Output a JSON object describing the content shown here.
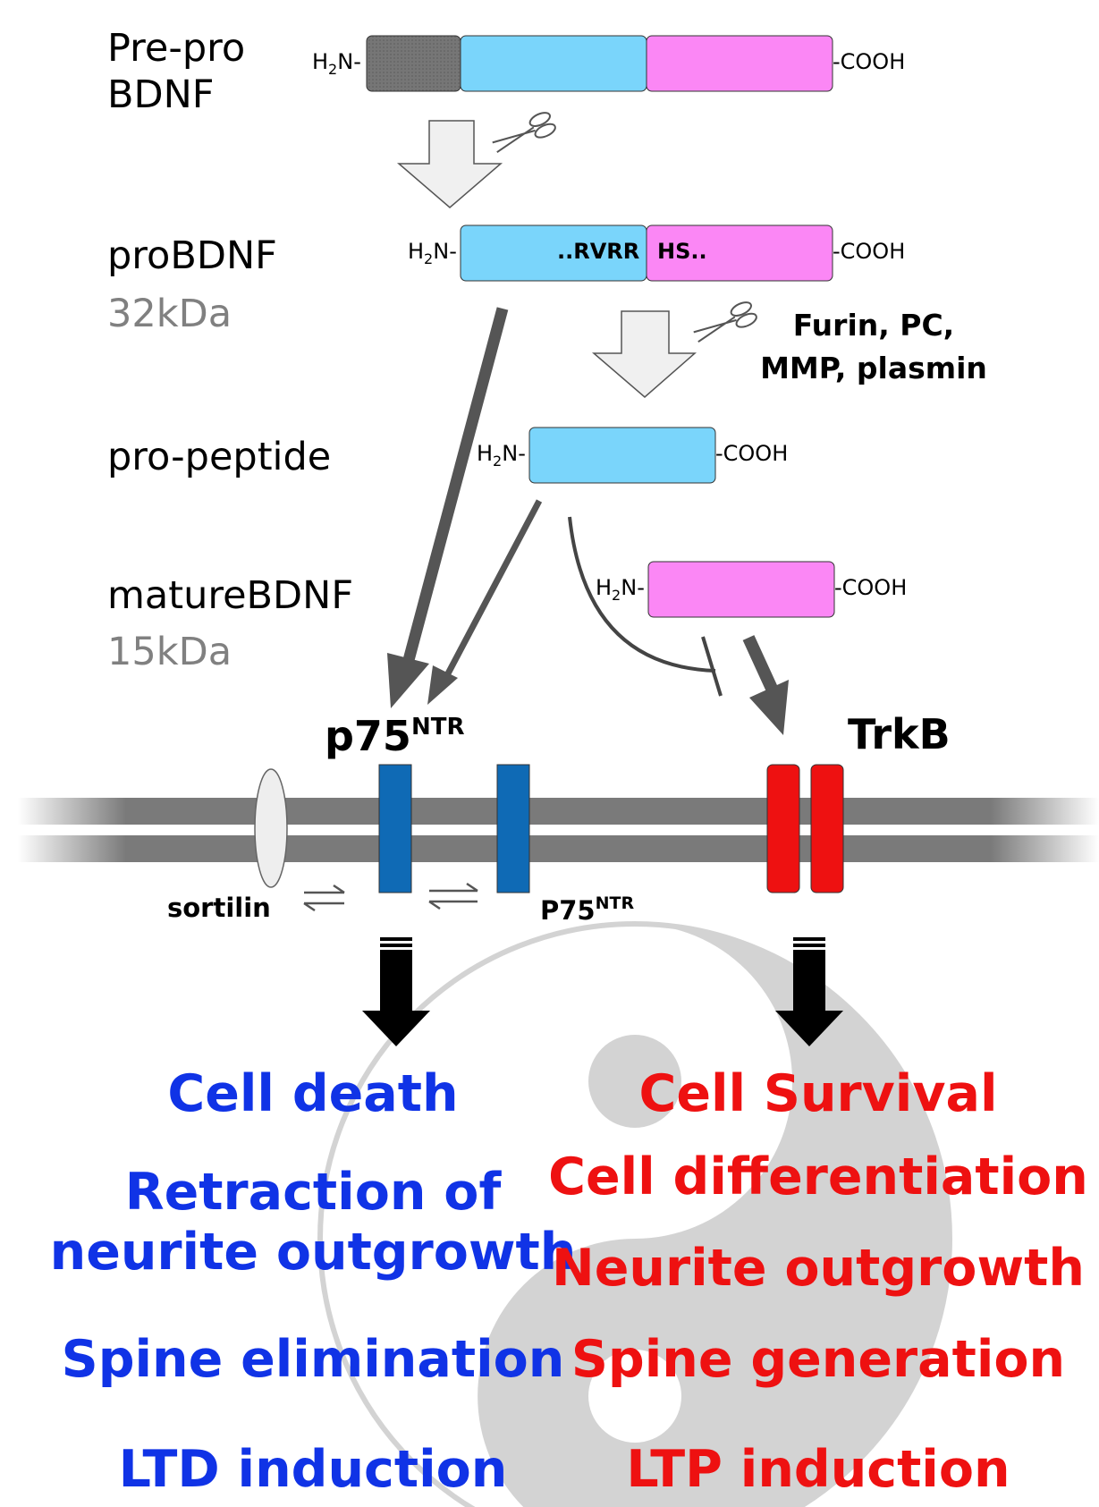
{
  "stages": {
    "prepro": [
      "Pre-pro",
      "BDNF"
    ],
    "pro": "proBDNF",
    "pro_mass": "32kDa",
    "propeptide": "pro-peptide",
    "mature": "matureBDNF",
    "mature_mass": "15kDa"
  },
  "termini": {
    "n_main": "H",
    "n_sub": "2",
    "n_rest": "N-",
    "c": "-COOH"
  },
  "cleavage_site": {
    "left": "..RVRR",
    "right": "HS.."
  },
  "enzymes": [
    "Furin, PC,",
    "MMP, plasmin"
  ],
  "receptors": {
    "p75_main": "p75",
    "p75_sup": "NTR",
    "trkb": "TrkB",
    "sortilin": "sortilin",
    "p75_small_main": "P75",
    "p75_small_sup": "NTR"
  },
  "outcomes": {
    "death_side": [
      "Cell death",
      "Retraction of",
      "neurite outgrowth",
      "Spine elimination",
      "LTD induction"
    ],
    "survival_side": [
      "Cell Survival",
      "Cell differentiation",
      "Neurite outgrowth",
      "Spine generation",
      "LTP induction"
    ]
  },
  "colors": {
    "signal_peptide": "#767676",
    "prodomain": "#7ad5fb",
    "mature_domain": "#fb87f5",
    "p75": "#0f6ab5",
    "trkb": "#ee1111",
    "membrane": "#7a7a7a",
    "death_text": "#1033e6",
    "survival_text": "#ee1111"
  },
  "icons": [
    "scissors-icon",
    "yin-yang-background"
  ]
}
